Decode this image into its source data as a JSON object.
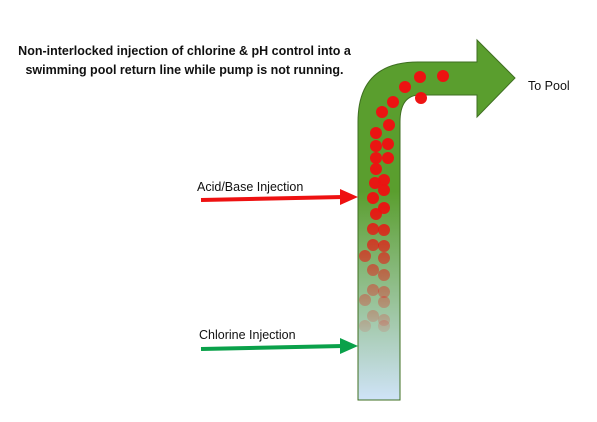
{
  "title": "Non-interlocked injection of chlorine & pH control into a swimming pool return line while pump is not running.",
  "labels": {
    "acid_base": "Acid/Base Injection",
    "chlorine": "Chlorine Injection",
    "to_pool": "To Pool"
  },
  "colors": {
    "pipe_top": "#5a9e2e",
    "pipe_bottom": "#cfe3f7",
    "pipe_outline": "#3f6f21",
    "dots": "#ee1111",
    "acid_arrow": "#ee1111",
    "chlorine_arrow": "#0aa14a"
  }
}
